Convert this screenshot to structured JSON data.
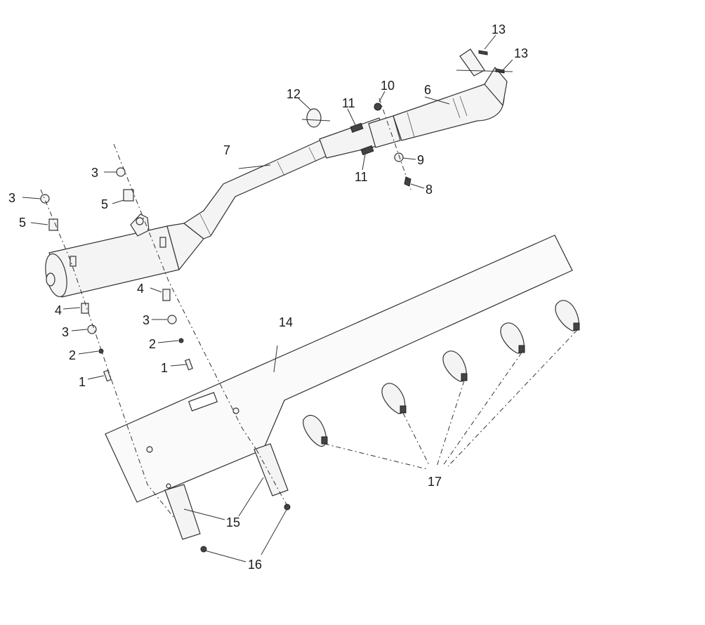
{
  "callouts": {
    "c1a": "1",
    "c1b": "1",
    "c2a": "2",
    "c2b": "2",
    "c3a": "3",
    "c3b": "3",
    "c3c": "3",
    "c3d": "3",
    "c4a": "4",
    "c4b": "4",
    "c5a": "5",
    "c5b": "5",
    "c6": "6",
    "c7": "7",
    "c8": "8",
    "c9": "9",
    "c10": "10",
    "c11a": "11",
    "c11b": "11",
    "c12": "12",
    "c13a": "13",
    "c13b": "13",
    "c14": "14",
    "c15": "15",
    "c16": "16",
    "c17": "17"
  },
  "colors": {
    "line": "#333333",
    "fill": "#f4f4f4",
    "background": "#ffffff"
  }
}
